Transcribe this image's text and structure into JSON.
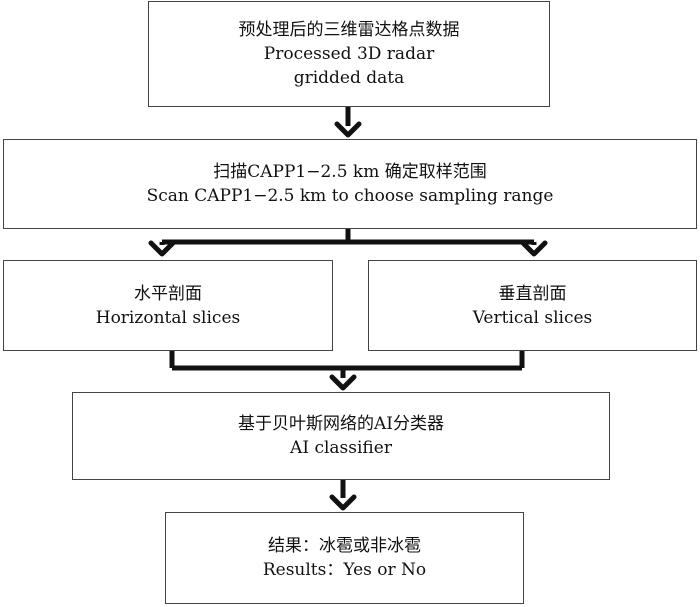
{
  "nodes": {
    "input": {
      "zh": "预处理后的三维雷达格点数据",
      "en1": "Processed 3D radar",
      "en2": "gridded data"
    },
    "scan": {
      "zh": "扫描CAPP1−2.5 km 确定取样范围",
      "en": "Scan CAPP1−2.5 km to choose sampling range"
    },
    "horizontal": {
      "zh": "水平剖面",
      "en": "Horizontal slices"
    },
    "vertical": {
      "zh": "垂直剖面",
      "en": "Vertical slices"
    },
    "classifier": {
      "zh": "基于贝叶斯网络的AI分类器",
      "en": "AI classifier"
    },
    "result": {
      "zh": "结果：冰雹或非冰雹",
      "en": "Results：Yes or No"
    }
  }
}
